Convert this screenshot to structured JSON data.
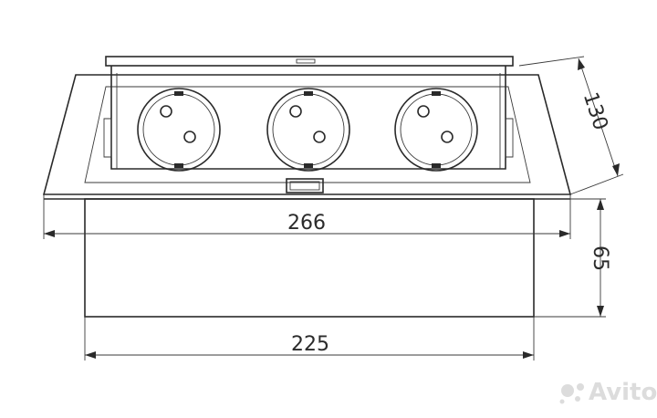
{
  "dimensions": {
    "top_width": "266",
    "bottom_width": "225",
    "height": "65",
    "depth": "130"
  },
  "sockets": [
    {
      "name": "socket-1"
    },
    {
      "name": "socket-2"
    },
    {
      "name": "socket-3"
    }
  ],
  "watermark": {
    "text": "Avito",
    "icon": "avito-logo-icon"
  },
  "colors": {
    "line": "#2a2a2a",
    "watermark": "#d9d9d9",
    "background": "#ffffff"
  }
}
